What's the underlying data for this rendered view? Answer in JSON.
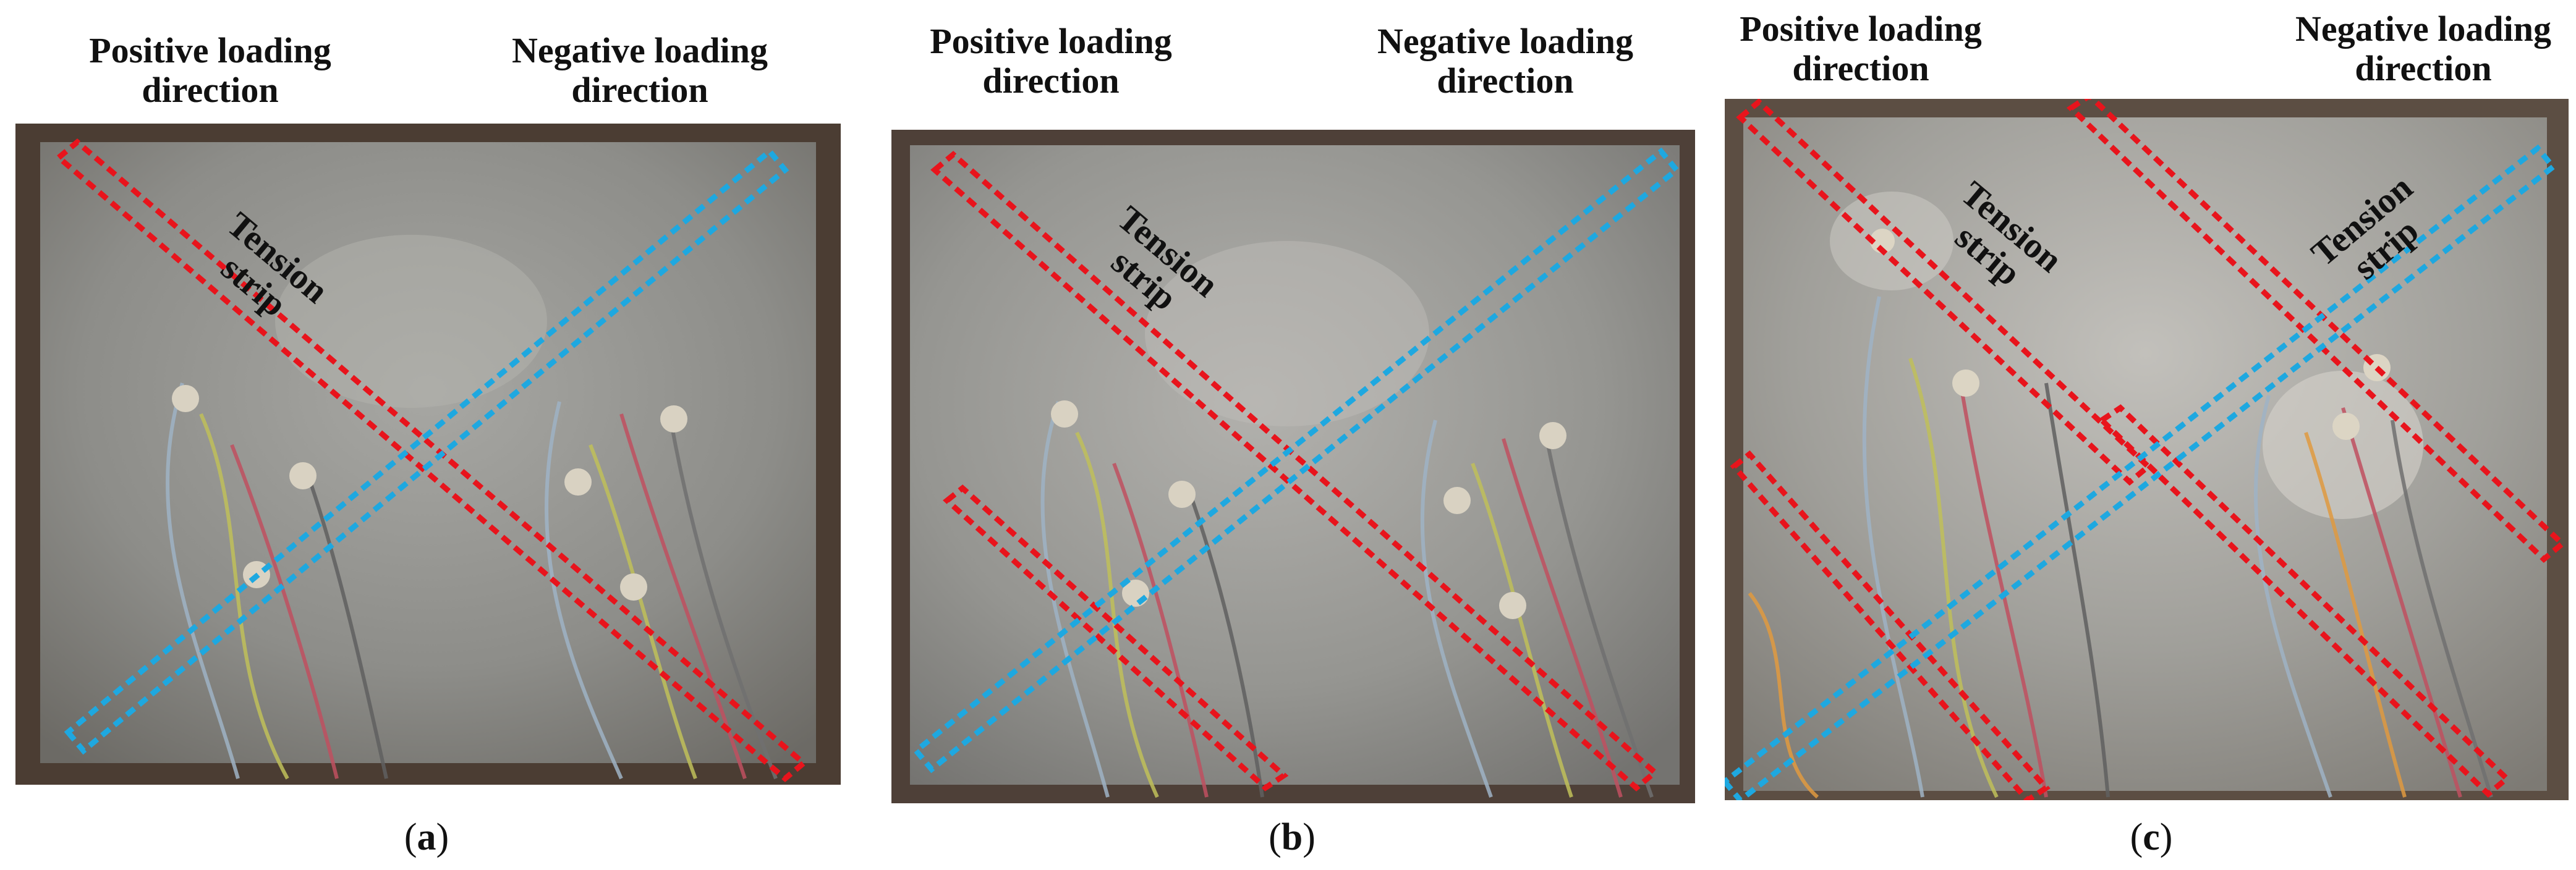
{
  "labels": {
    "positive_line1": "Positive loading",
    "positive_line2": "direction",
    "negative_line1": "Negative loading",
    "negative_line2": "direction",
    "tension_line1": "Tension",
    "tension_line2": "strip"
  },
  "panels": [
    {
      "id": "a",
      "sublabel_open": "(",
      "sublabel_letter": "a",
      "sublabel_close": ")"
    },
    {
      "id": "b",
      "sublabel_open": "(",
      "sublabel_letter": "b",
      "sublabel_close": ")"
    },
    {
      "id": "c",
      "sublabel_open": "(",
      "sublabel_letter": "c",
      "sublabel_close": ")"
    }
  ],
  "colors": {
    "tension_strip": "#e8141c",
    "compression_strip": "#1ea8e0",
    "plate": "#8f8f8c",
    "frame": "#5a4a3e"
  }
}
